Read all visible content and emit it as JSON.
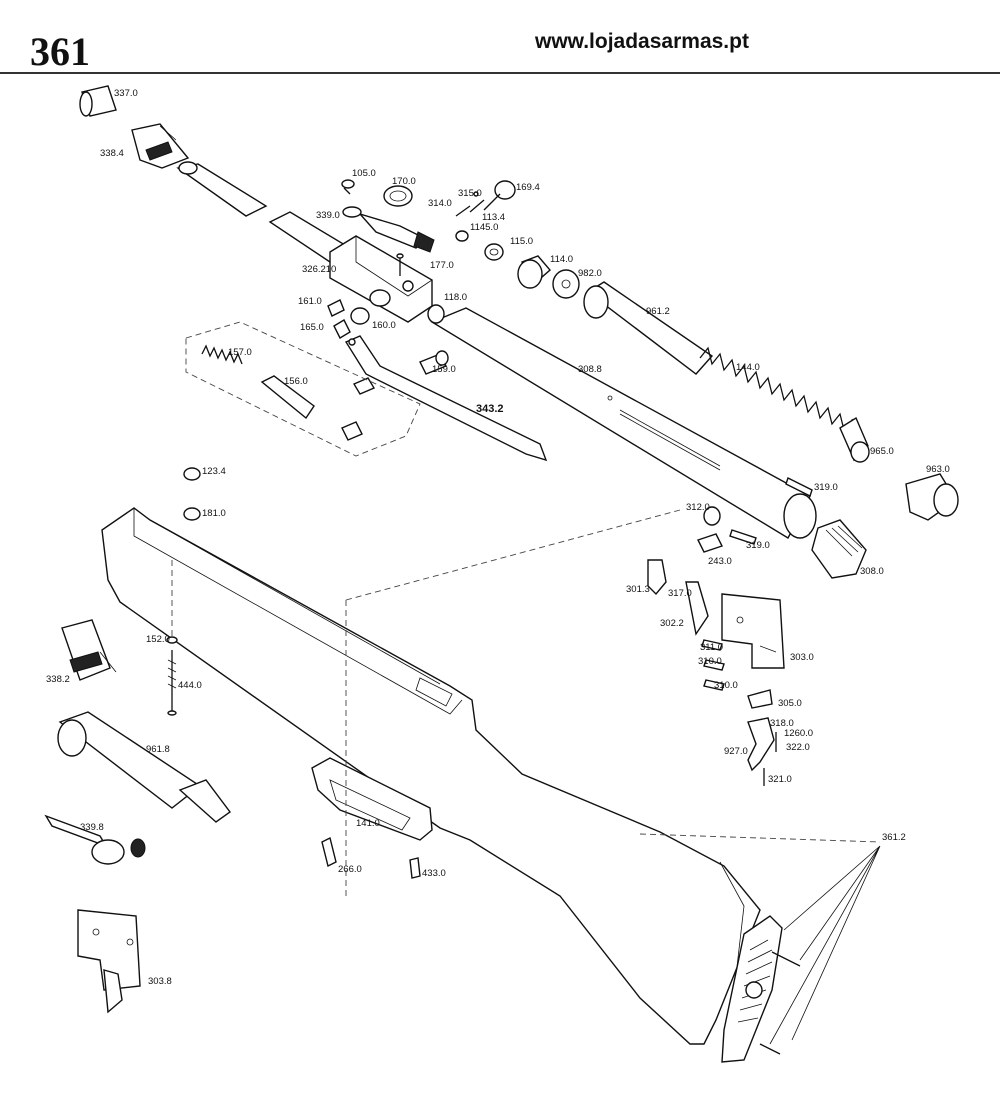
{
  "header": {
    "page_number": "361",
    "website": "www.lojadasarmas.pt"
  },
  "parts": [
    "337.0",
    "338.4",
    "105.0",
    "170.0",
    "339.0",
    "314.0",
    "315.0",
    "169.4",
    "113.4",
    "1145.0",
    "115.0",
    "114.0",
    "982.0",
    "326.210",
    "177.0",
    "161.0",
    "118.0",
    "165.0",
    "160.0",
    "961.2",
    "157.0",
    "156.0",
    "159.0",
    "308.8",
    "144.0",
    "343.2",
    "965.0",
    "963.0",
    "319.0",
    "123.4",
    "181.0",
    "312.0",
    "319.0",
    "243.0",
    "308.0",
    "301.3",
    "317.0",
    "302.2",
    "303.0",
    "311.0",
    "310.0",
    "310.0",
    "305.0",
    "318.0",
    "1260.0",
    "927.0",
    "322.0",
    "321.0",
    "152.0",
    "444.0",
    "338.2",
    "961.8",
    "141.0",
    "339.8",
    "266.0",
    "433.0",
    "361.2",
    "303.8"
  ]
}
